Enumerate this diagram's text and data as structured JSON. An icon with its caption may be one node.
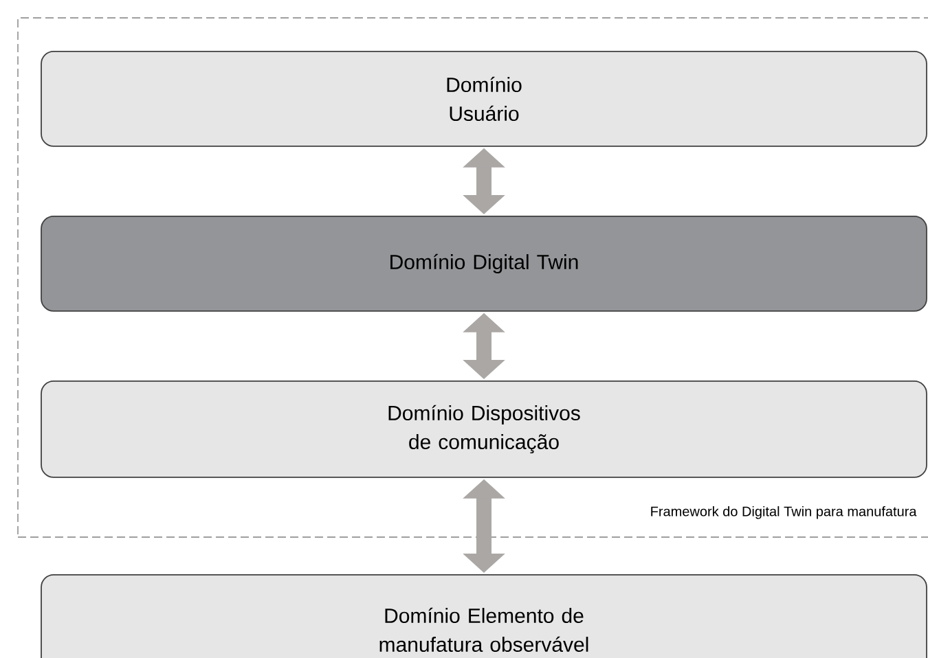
{
  "diagram": {
    "nodes": [
      {
        "text": [
          "Framework do Digital Twin para manufatura"
        ]
      },
      {
        "text": [
          "Domínio Usuário"
        ],
        "in": 0
      },
      {
        "text": [
          "Domínio Digital Twin"
        ],
        "in": 0
      },
      {
        "text": [
          "Domínio Dispositivos de comunicação"
        ],
        "in": 0
      },
      {
        "text": [
          "Domínio Elemento de manufatura observável"
        ]
      }
    ],
    "edges": [
      {
        "from": 1,
        "to": 2,
        "arrow": "both"
      },
      {
        "from": 2,
        "to": 3,
        "arrow": "both"
      },
      {
        "from": 3,
        "to": 4,
        "arrow": "both"
      }
    ]
  }
}
